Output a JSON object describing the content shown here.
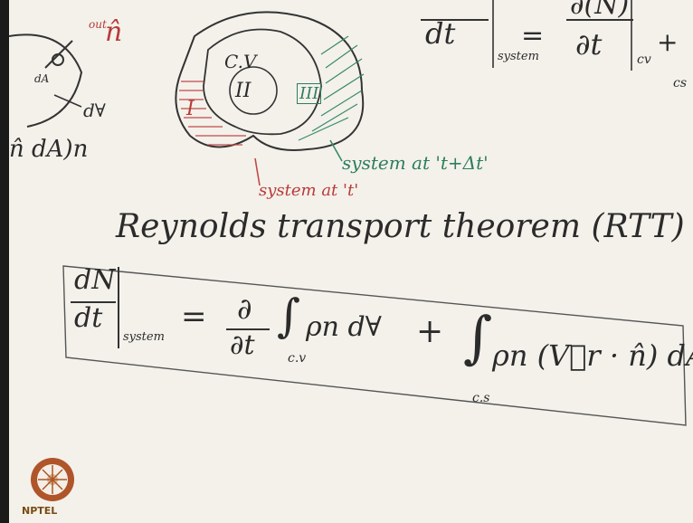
{
  "top_left": {
    "n_hat": "n̂",
    "out_label": "out",
    "dA": "dA",
    "dV": "d∀",
    "n_dA_n": "n̂ dA)n"
  },
  "diagram": {
    "cv_label": "C.V",
    "region_II": "II",
    "region_I": "I",
    "region_III": "III",
    "system_t_dt": "system at 't+Δt'",
    "system_t": "system at 't'"
  },
  "top_equation": {
    "lhs": "dt",
    "system_sub": "system",
    "equals": "=",
    "partial_num": "∂(N)",
    "partial_den": "∂t",
    "cv_sub": "cv",
    "plus": "+",
    "cs_sub": "cs"
  },
  "heading": "Reynolds transport theorem (RTT)",
  "main_equation": {
    "dN": "dN",
    "dt": "dt",
    "system_sub": "system",
    "equals": "=",
    "partial": "∂",
    "partial_t": "∂t",
    "integral": "∫",
    "cv_sub": "c.v",
    "integrand1": "ρn d∀",
    "plus": "+",
    "cs_sub": "c.s",
    "integrand2": "ρn (V⃗r · n̂) dA"
  },
  "logo": {
    "text": "NPTEL",
    "colors": {
      "ring": "#b0542a",
      "center": "#d8b48a"
    }
  }
}
